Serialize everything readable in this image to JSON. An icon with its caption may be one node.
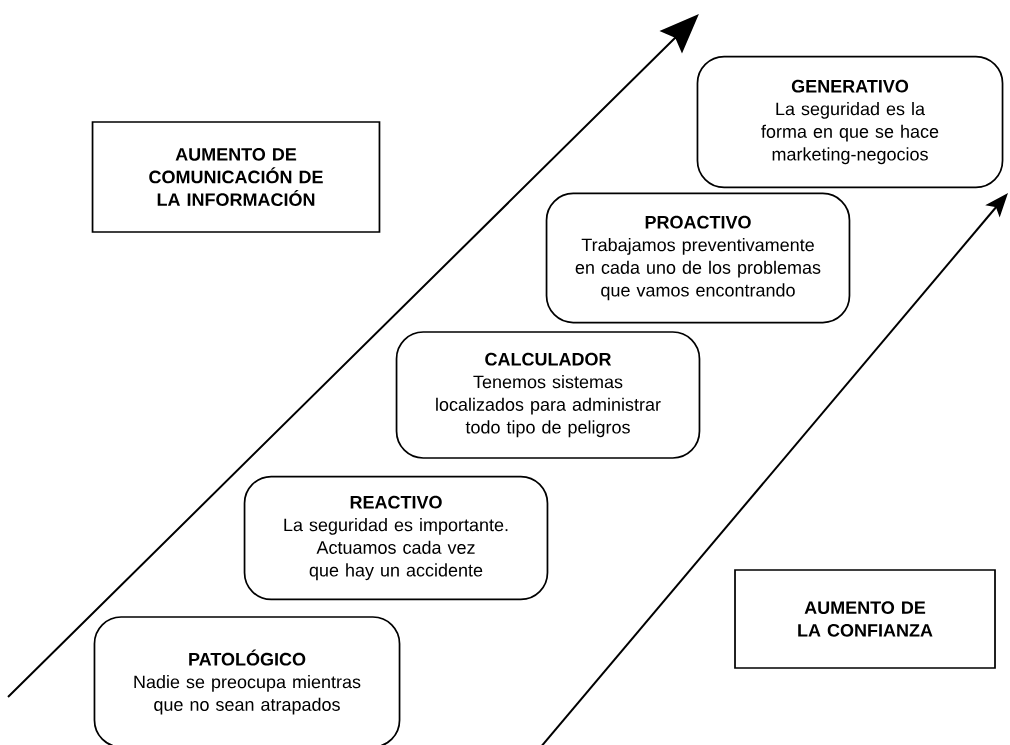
{
  "diagram": {
    "nodes": [
      {
        "text": [
          "AUMENTO DE COMUNICACIÓN DE LA INFORMACIÓN"
        ]
      },
      {
        "text": [
          "GENERATIVO",
          "La seguridad es la forma en que se hace marketing-negocios"
        ]
      },
      {
        "text": [
          "PROACTIVO",
          "Trabajamos preventivamente en cada uno de los problemas que vamos encontrando"
        ]
      },
      {
        "text": [
          "CALCULADOR",
          "Tenemos sistemas localizados para administrar todo tipo de peligros"
        ]
      },
      {
        "text": [
          "REACTIVO",
          "La seguridad es importante. Actuamos cada vez que hay un accidente"
        ]
      },
      {
        "text": [
          "AUMENTO DE LA CONFIANZA"
        ]
      },
      {
        "text": [
          "PATOLÓGICO",
          "Nadie se preocupa mientras que no sean atrapados"
        ]
      }
    ]
  }
}
